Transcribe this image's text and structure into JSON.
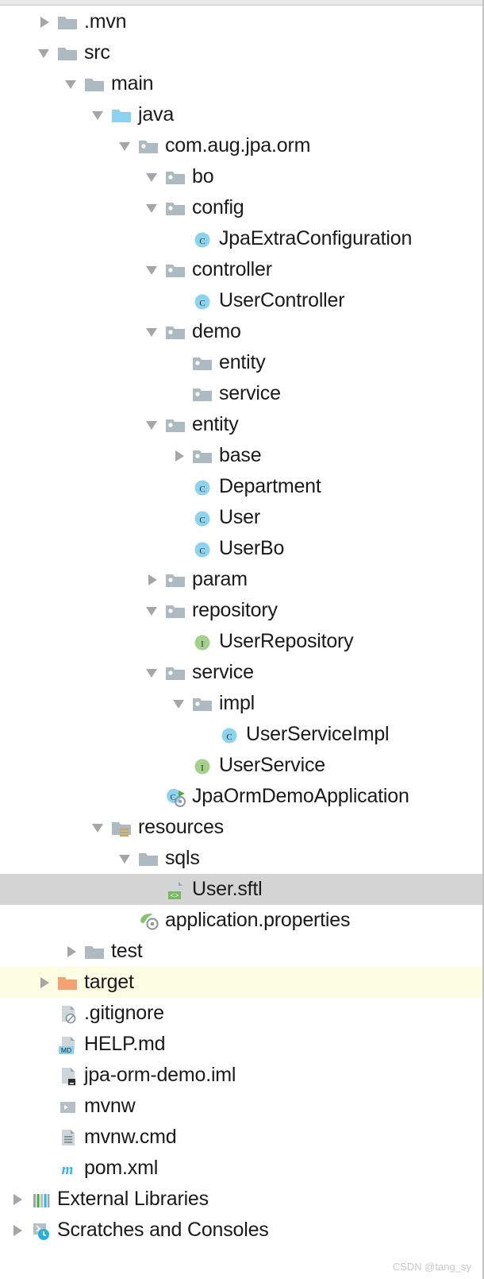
{
  "panel": {
    "name": "project-tool-window",
    "watermark": "CSDN @tang_sy",
    "selected_row_bg": "#d4d4d4",
    "marked_row_bg": "#fdfde4",
    "text_color": "#1a1a1a",
    "arrow_color": "#a6a6a6"
  },
  "colors": {
    "folder_gray": "#aebac2",
    "folder_blue": "#8ad2ee",
    "folder_orange": "#f4a274",
    "class_blue": "#8cd3ef",
    "interface_green": "#a3d18a",
    "badge_green": "#7bb661",
    "md_badge": "#8cd3ef",
    "run_green": "#59a942",
    "spring_green": "#86c46a",
    "clock_blue": "#25b0e0",
    "accent_orange": "#d6a24a"
  },
  "tree": [
    {
      "label": ".mvn",
      "depth": 1,
      "arrow": "collapsed",
      "icon": "folder-gray",
      "state": "normal"
    },
    {
      "label": "src",
      "depth": 1,
      "arrow": "expanded",
      "icon": "folder-gray",
      "state": "normal"
    },
    {
      "label": "main",
      "depth": 2,
      "arrow": "expanded",
      "icon": "folder-gray",
      "state": "normal"
    },
    {
      "label": "java",
      "depth": 3,
      "arrow": "expanded",
      "icon": "folder-blue",
      "state": "normal"
    },
    {
      "label": "com.aug.jpa.orm",
      "depth": 4,
      "arrow": "expanded",
      "icon": "package",
      "state": "normal"
    },
    {
      "label": "bo",
      "depth": 5,
      "arrow": "expanded",
      "icon": "package",
      "state": "normal"
    },
    {
      "label": "config",
      "depth": 5,
      "arrow": "expanded",
      "icon": "package",
      "state": "normal"
    },
    {
      "label": "JpaExtraConfiguration",
      "depth": 6,
      "arrow": "none",
      "icon": "class",
      "state": "normal"
    },
    {
      "label": "controller",
      "depth": 5,
      "arrow": "expanded",
      "icon": "package",
      "state": "normal"
    },
    {
      "label": "UserController",
      "depth": 6,
      "arrow": "none",
      "icon": "class",
      "state": "normal"
    },
    {
      "label": "demo",
      "depth": 5,
      "arrow": "expanded",
      "icon": "package",
      "state": "normal"
    },
    {
      "label": "entity",
      "depth": 6,
      "arrow": "none",
      "icon": "package",
      "state": "normal"
    },
    {
      "label": "service",
      "depth": 6,
      "arrow": "none",
      "icon": "package",
      "state": "normal"
    },
    {
      "label": "entity",
      "depth": 5,
      "arrow": "expanded",
      "icon": "package",
      "state": "normal"
    },
    {
      "label": "base",
      "depth": 6,
      "arrow": "collapsed",
      "icon": "package",
      "state": "normal"
    },
    {
      "label": "Department",
      "depth": 6,
      "arrow": "none",
      "icon": "class",
      "state": "normal"
    },
    {
      "label": "User",
      "depth": 6,
      "arrow": "none",
      "icon": "class",
      "state": "normal"
    },
    {
      "label": "UserBo",
      "depth": 6,
      "arrow": "none",
      "icon": "class",
      "state": "normal"
    },
    {
      "label": "param",
      "depth": 5,
      "arrow": "collapsed",
      "icon": "package",
      "state": "normal"
    },
    {
      "label": "repository",
      "depth": 5,
      "arrow": "expanded",
      "icon": "package",
      "state": "normal"
    },
    {
      "label": "UserRepository",
      "depth": 6,
      "arrow": "none",
      "icon": "interface",
      "state": "normal"
    },
    {
      "label": "service",
      "depth": 5,
      "arrow": "expanded",
      "icon": "package",
      "state": "normal"
    },
    {
      "label": "impl",
      "depth": 6,
      "arrow": "expanded",
      "icon": "package",
      "state": "normal"
    },
    {
      "label": "UserServiceImpl",
      "depth": 7,
      "arrow": "none",
      "icon": "class",
      "state": "normal"
    },
    {
      "label": "UserService",
      "depth": 6,
      "arrow": "none",
      "icon": "interface",
      "state": "normal"
    },
    {
      "label": "JpaOrmDemoApplication",
      "depth": 5,
      "arrow": "none",
      "icon": "spring-boot-class",
      "state": "normal"
    },
    {
      "label": "resources",
      "depth": 3,
      "arrow": "expanded",
      "icon": "folder-resources",
      "state": "normal"
    },
    {
      "label": "sqls",
      "depth": 4,
      "arrow": "expanded",
      "icon": "folder-gray",
      "state": "normal"
    },
    {
      "label": "User.sftl",
      "depth": 5,
      "arrow": "none",
      "icon": "file-code",
      "state": "selected"
    },
    {
      "label": "application.properties",
      "depth": 4,
      "arrow": "none",
      "icon": "spring-properties",
      "state": "normal"
    },
    {
      "label": "test",
      "depth": 2,
      "arrow": "collapsed",
      "icon": "folder-gray",
      "state": "normal"
    },
    {
      "label": "target",
      "depth": 1,
      "arrow": "collapsed",
      "icon": "folder-orange",
      "state": "marked"
    },
    {
      "label": ".gitignore",
      "depth": 1,
      "arrow": "none",
      "icon": "file-ignored",
      "state": "normal"
    },
    {
      "label": "HELP.md",
      "depth": 1,
      "arrow": "none",
      "icon": "file-md",
      "state": "normal"
    },
    {
      "label": "jpa-orm-demo.iml",
      "depth": 1,
      "arrow": "none",
      "icon": "file-iml",
      "state": "normal"
    },
    {
      "label": "mvnw",
      "depth": 1,
      "arrow": "none",
      "icon": "file-script",
      "state": "normal"
    },
    {
      "label": "mvnw.cmd",
      "depth": 1,
      "arrow": "none",
      "icon": "file-text",
      "state": "normal"
    },
    {
      "label": "pom.xml",
      "depth": 1,
      "arrow": "none",
      "icon": "file-maven",
      "state": "normal"
    },
    {
      "label": "External Libraries",
      "depth": 0,
      "arrow": "collapsed",
      "icon": "libraries",
      "state": "normal"
    },
    {
      "label": "Scratches and Consoles",
      "depth": 0,
      "arrow": "collapsed",
      "icon": "scratches",
      "state": "normal"
    }
  ]
}
